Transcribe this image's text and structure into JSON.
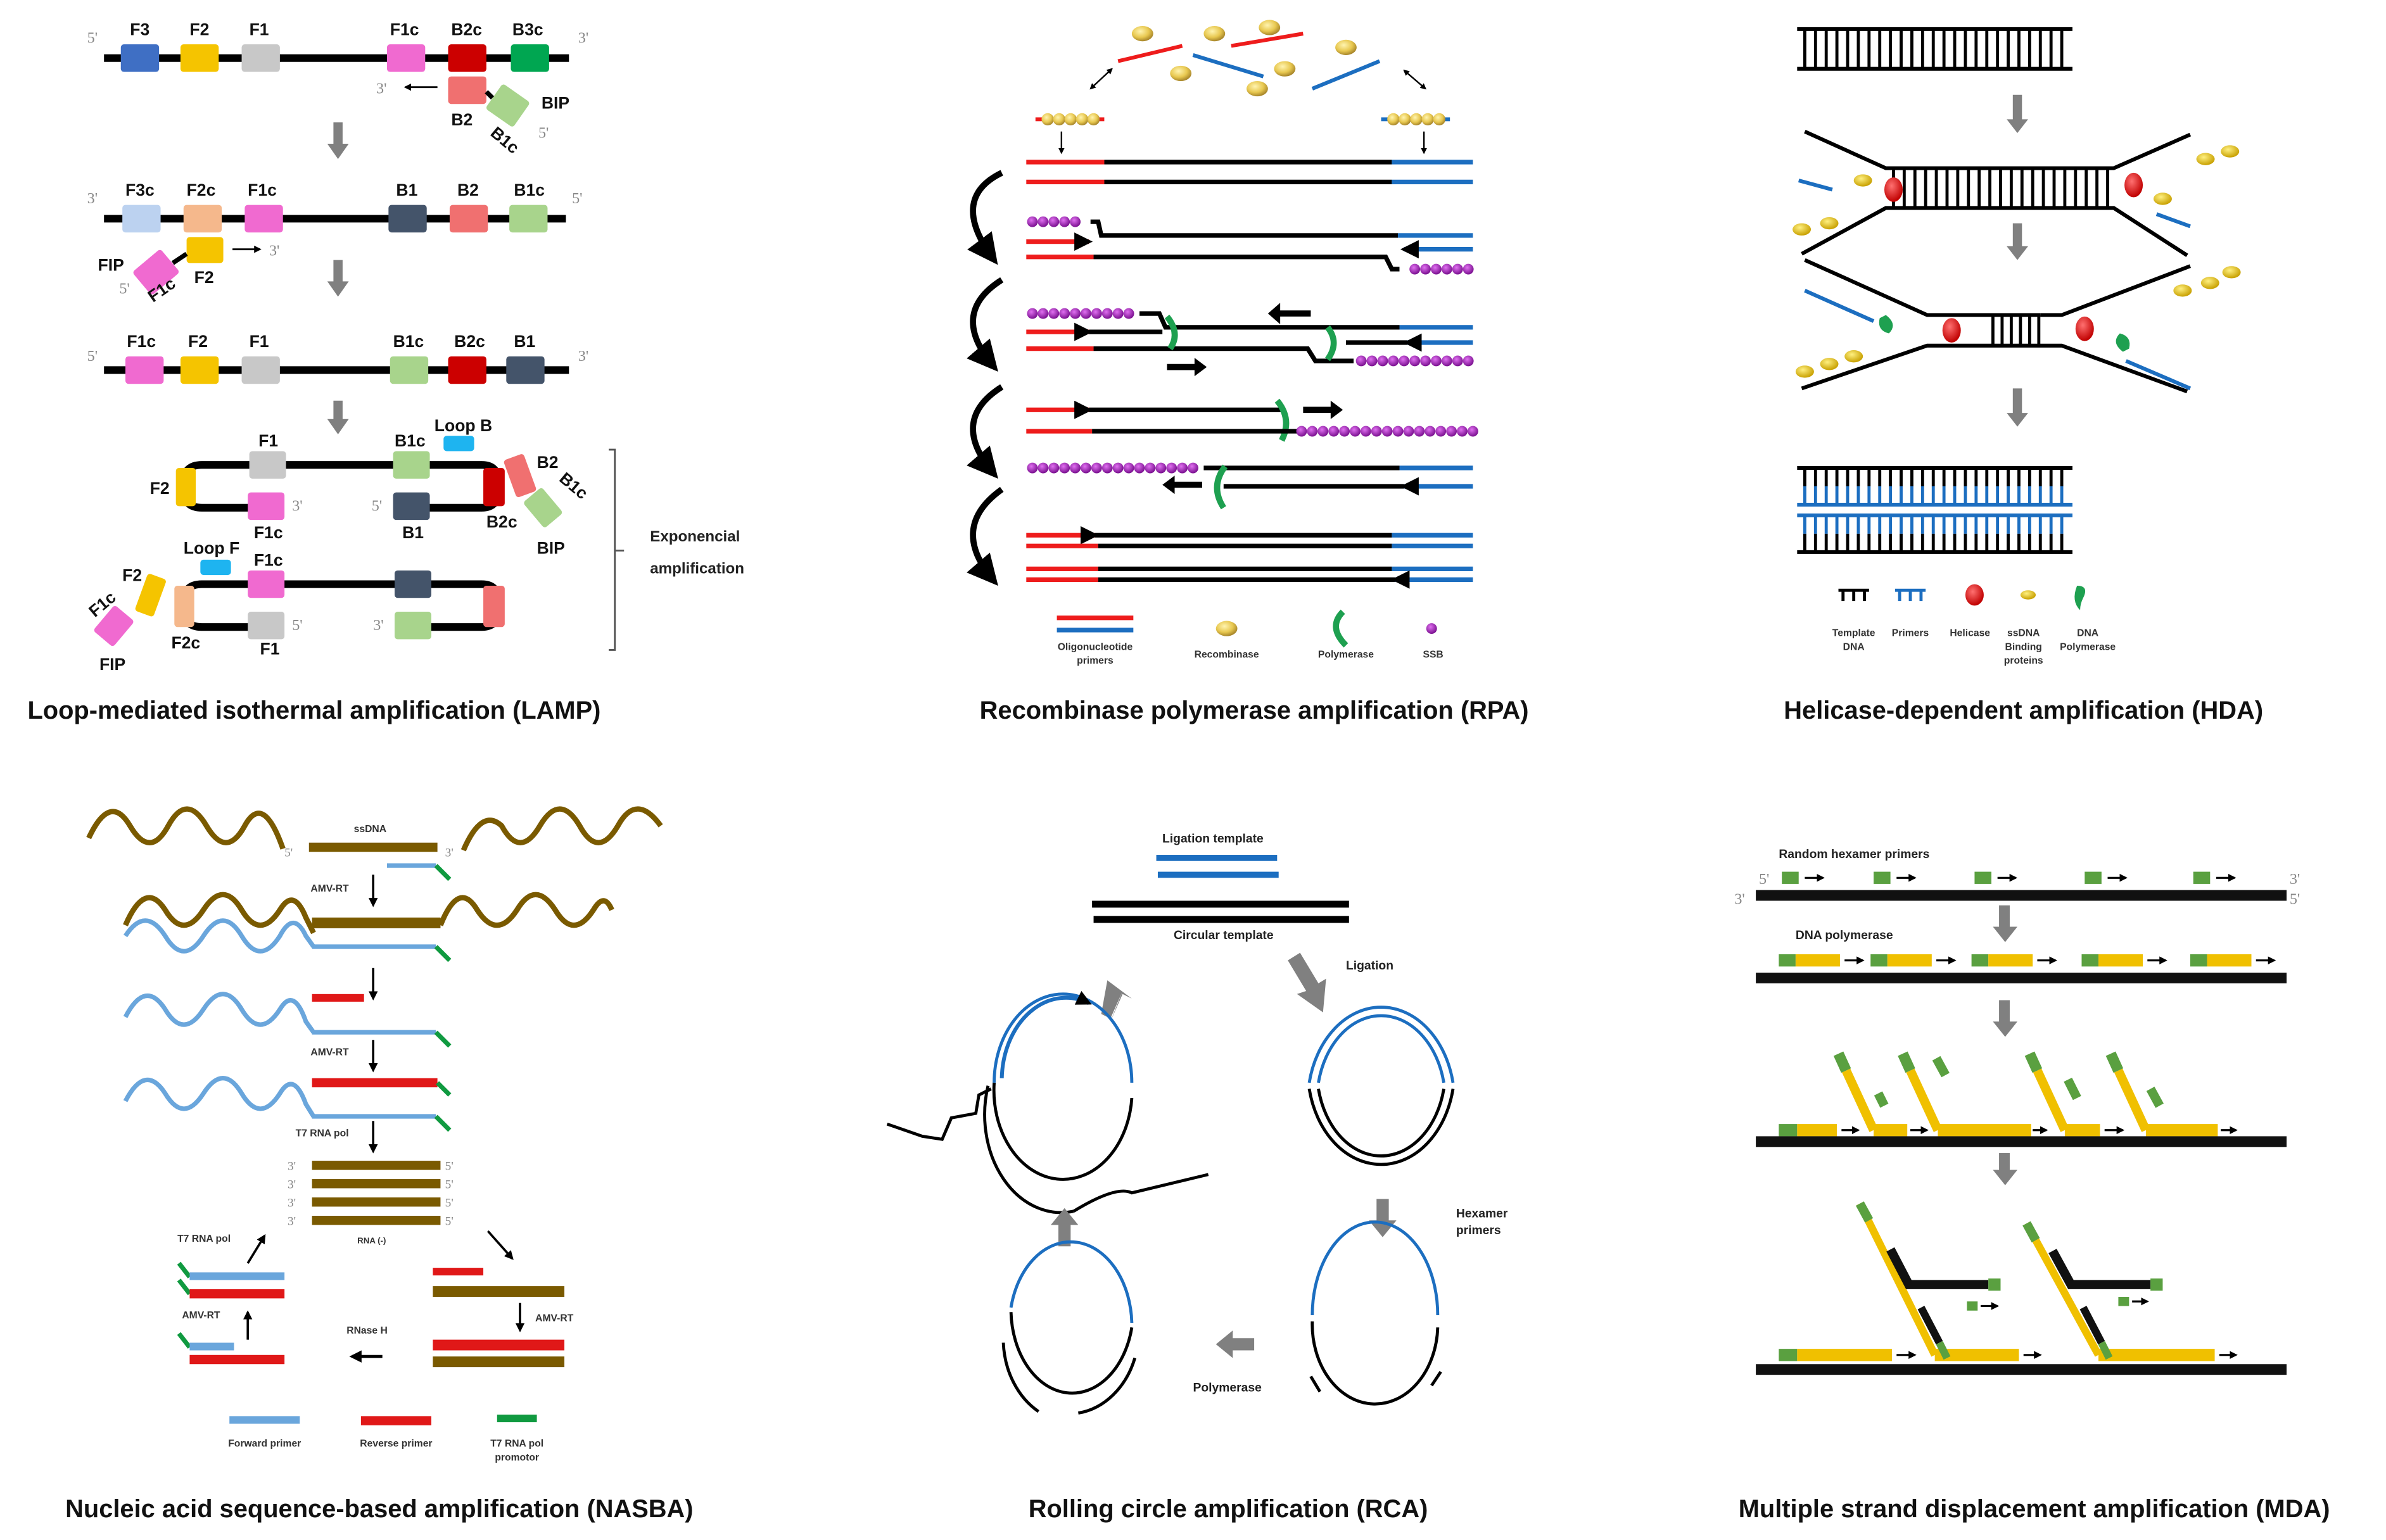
{
  "colors": {
    "F3": "#3f6fc4",
    "F2": "#f5c400",
    "F1": "#c8c8c8",
    "F1c": "#f06ad0",
    "B2c": "#cc0000",
    "B3c": "#00a651",
    "B2": "#f07070",
    "B1c": "#a8d48c",
    "F3c": "#bcd2f0",
    "F2c": "#f5b88c",
    "B1": "#44546a",
    "loop": "#1eb4f0",
    "red_primer": "#ee1c1c",
    "blue_primer": "#1c6ec0",
    "recombinase": "#e8c850",
    "polymerase": "#1ea050",
    "ssb": "#9c1cb8",
    "helicase": "#ee1010",
    "nasba_rna": "#7a5a00",
    "nasba_fwd": "#6aa6dc",
    "nasba_rev": "#e01818",
    "nasba_t7": "#109a40",
    "rca_blue": "#1c6ec0",
    "mda_green": "#5aa040",
    "mda_yellow": "#f0c000",
    "gray_arrow": "#808080"
  },
  "panels": {
    "lamp": {
      "title": "Loop-mediated isothermal amplification (LAMP)",
      "row1": {
        "left_end": "5'",
        "right_end": "3'",
        "segments": [
          "F3",
          "F2",
          "F1",
          "F1c",
          "B2c",
          "B3c"
        ],
        "primer_3": "3'",
        "primer_b2": "B2",
        "primer_b1c": "B1c",
        "primer_name": "BIP",
        "primer_5": "5'"
      },
      "row2": {
        "left_end": "3'",
        "right_end": "5'",
        "segments": [
          "F3c",
          "F2c",
          "F1c",
          "B1",
          "B2",
          "B1c"
        ],
        "primer_name": "FIP",
        "primer_5": "5'",
        "primer_f1c": "F1c",
        "primer_f2": "F2",
        "primer_3": "3'"
      },
      "row3": {
        "left_end": "5'",
        "right_end": "3'",
        "segments": [
          "F1c",
          "F2",
          "F1",
          "B1c",
          "B2c",
          "B1"
        ]
      },
      "loop1": {
        "f2": "F2",
        "f1": "F1",
        "f1c": "F1c",
        "three": "3'",
        "b1c": "B1c",
        "loop_b": "Loop B",
        "five": "5'",
        "b1": "B1",
        "b2c": "B2c",
        "b2": "B2",
        "bip_b1c": "B1c",
        "bip": "BIP"
      },
      "loop2": {
        "loop_f": "Loop F",
        "f1c": "F1c",
        "f2": "F2",
        "fip_f1c": "F1c",
        "fip": "FIP",
        "f2c": "F2c",
        "f1": "F1",
        "five": "5'",
        "three": "3'"
      },
      "bracket_label_1": "Exponencial",
      "bracket_label_2": "amplification"
    },
    "rpa": {
      "title": "Recombinase polymerase amplification (RPA)",
      "legend": [
        {
          "label_1": "Oligonucleotide",
          "label_2": "primers",
          "icon": "primer-lines-icon"
        },
        {
          "label_1": "Recombinase",
          "label_2": "",
          "icon": "recombinase-icon"
        },
        {
          "label_1": "Polymerase",
          "label_2": "",
          "icon": "polymerase-icon"
        },
        {
          "label_1": "SSB",
          "label_2": "",
          "icon": "ssb-icon"
        }
      ]
    },
    "hda": {
      "title": "Helicase-dependent amplification (HDA)",
      "legend": [
        {
          "label_1": "Template",
          "label_2": "DNA",
          "label_3": "",
          "icon": "template-dna-icon"
        },
        {
          "label_1": "Primers",
          "label_2": "",
          "label_3": "",
          "icon": "primers-icon"
        },
        {
          "label_1": "Helicase",
          "label_2": "",
          "label_3": "",
          "icon": "helicase-icon"
        },
        {
          "label_1": "ssDNA",
          "label_2": "Binding",
          "label_3": "proteins",
          "icon": "ssdna-binding-protein-icon"
        },
        {
          "label_1": "DNA",
          "label_2": "Polymerase",
          "label_3": "",
          "icon": "dna-polymerase-icon"
        }
      ]
    },
    "nasba": {
      "title": "Nucleic acid sequence-based amplification (NASBA)",
      "ssdna": "ssDNA",
      "five": "5'",
      "three": "3'",
      "step_amv_rt_1": "AMV-RT",
      "step_amv_rt_2": "AMV-RT",
      "step_t7": "T7 RNA pol",
      "rna_minus": "RNA (-)",
      "cycle_t7": "T7 RNA pol",
      "cycle_amv_left": "AMV-RT",
      "cycle_amv_right": "AMV-RT",
      "cycle_rnase": "RNase H",
      "legend": [
        {
          "label_1": "Forward primer",
          "label_2": "",
          "icon": "forward-primer-icon"
        },
        {
          "label_1": "Reverse primer",
          "label_2": "",
          "icon": "reverse-primer-icon"
        },
        {
          "label_1": "T7 RNA pol",
          "label_2": "promotor",
          "icon": "t7-promoter-icon"
        }
      ]
    },
    "rca": {
      "title": "Rolling circle amplification (RCA)",
      "ligation_template": "Ligation template",
      "circular_template": "Circular template",
      "ligation": "Ligation",
      "hexamer_1": "Hexamer",
      "hexamer_2": "primers",
      "polymerase": "Polymerase"
    },
    "mda": {
      "title": "Multiple strand displacement amplification (MDA)",
      "random_hexamer": "Random hexamer primers",
      "dna_polymerase": "DNA polymerase",
      "five_top": "5'",
      "three_top": "3'",
      "three_bottom": "3'",
      "five_bottom": "5'"
    }
  }
}
